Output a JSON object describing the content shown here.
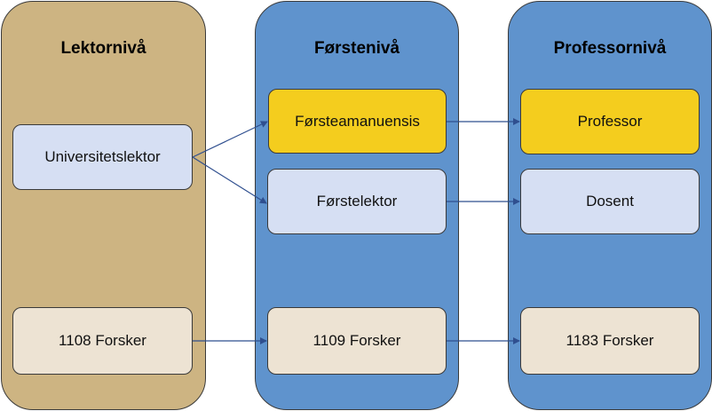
{
  "columns": {
    "lektor": {
      "title": "Lektornivå"
    },
    "forste": {
      "title": "Førstenivå"
    },
    "prof": {
      "title": "Professornivå"
    }
  },
  "boxes": {
    "universitetslektor": "Universitetslektor",
    "forsteamanuensis": "Førsteamanuensis",
    "forstelektor": "Førstelektor",
    "professor": "Professor",
    "dosent": "Dosent",
    "forsker_1108": "1108 Forsker",
    "forsker_1109": "1109 Forsker",
    "forsker_1183": "1183 Forsker"
  },
  "colors": {
    "lektor_column": "#cdb482",
    "upper_columns": "#5f93cd",
    "light_box": "#d6dff3",
    "highlight_box": "#f4cd1e",
    "researcher_box": "#ede3d3",
    "arrow": "#2f4f8f"
  }
}
